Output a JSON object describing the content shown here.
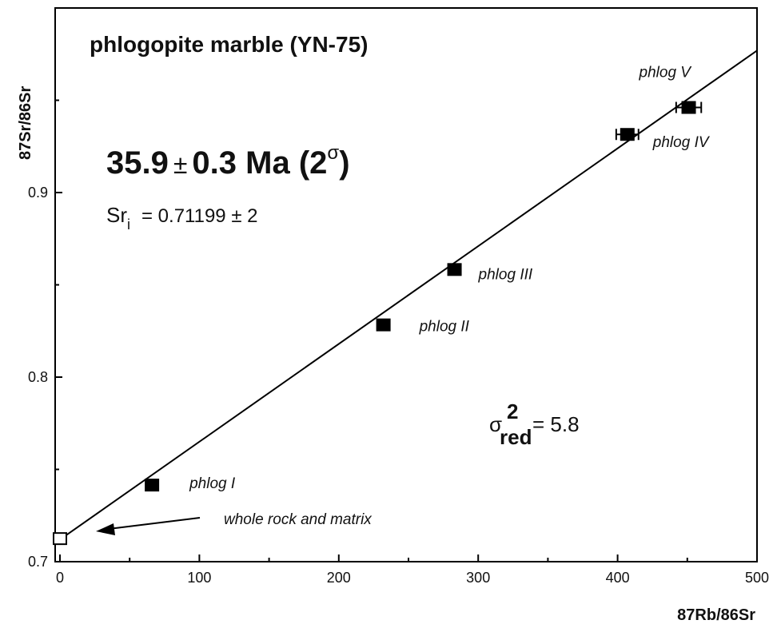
{
  "chart_data": {
    "type": "scatter",
    "title": "phlogopite marble  (YN-75)",
    "xlabel": "87Rb/86Sr",
    "ylabel": "87Sr/86Sr",
    "xlim": [
      0,
      500
    ],
    "ylim": [
      0.7,
      1.0
    ],
    "xticks": [
      "0",
      "100",
      "200",
      "300",
      "400",
      "500"
    ],
    "yticks": [
      "0.7",
      "0.8",
      "0.9"
    ],
    "grid": false,
    "age": {
      "value": "35.9",
      "pm": "±",
      "error": "0.3 Ma (2",
      "sigma": "σ",
      "close": ")"
    },
    "sri": {
      "base": "Sr",
      "sub": "i",
      "text": "=  0.71199 ± 2"
    },
    "mswd": {
      "sym": "σ",
      "sup": "2",
      "sub": "red",
      "text": "=  5.8"
    },
    "arrow_label": "whole rock and matrix",
    "isochron": {
      "x": [
        0,
        500
      ],
      "y": [
        0.71199,
        0.97694
      ]
    },
    "points": [
      {
        "label": "",
        "x": 0,
        "y": 0.7125,
        "filled": false,
        "xerr": 0
      },
      {
        "label": "phlog I",
        "x": 66,
        "y": 0.7415,
        "filled": true,
        "xerr": 0
      },
      {
        "label": "phlog II",
        "x": 232,
        "y": 0.8283,
        "filled": true,
        "xerr": 0
      },
      {
        "label": "phlog III",
        "x": 283,
        "y": 0.8583,
        "filled": true,
        "xerr": 0
      },
      {
        "label": "phlog IV",
        "x": 407,
        "y": 0.9315,
        "filled": true,
        "xerr": 8
      },
      {
        "label": "phlog V",
        "x": 451,
        "y": 0.9461,
        "filled": true,
        "xerr": 9
      }
    ]
  }
}
